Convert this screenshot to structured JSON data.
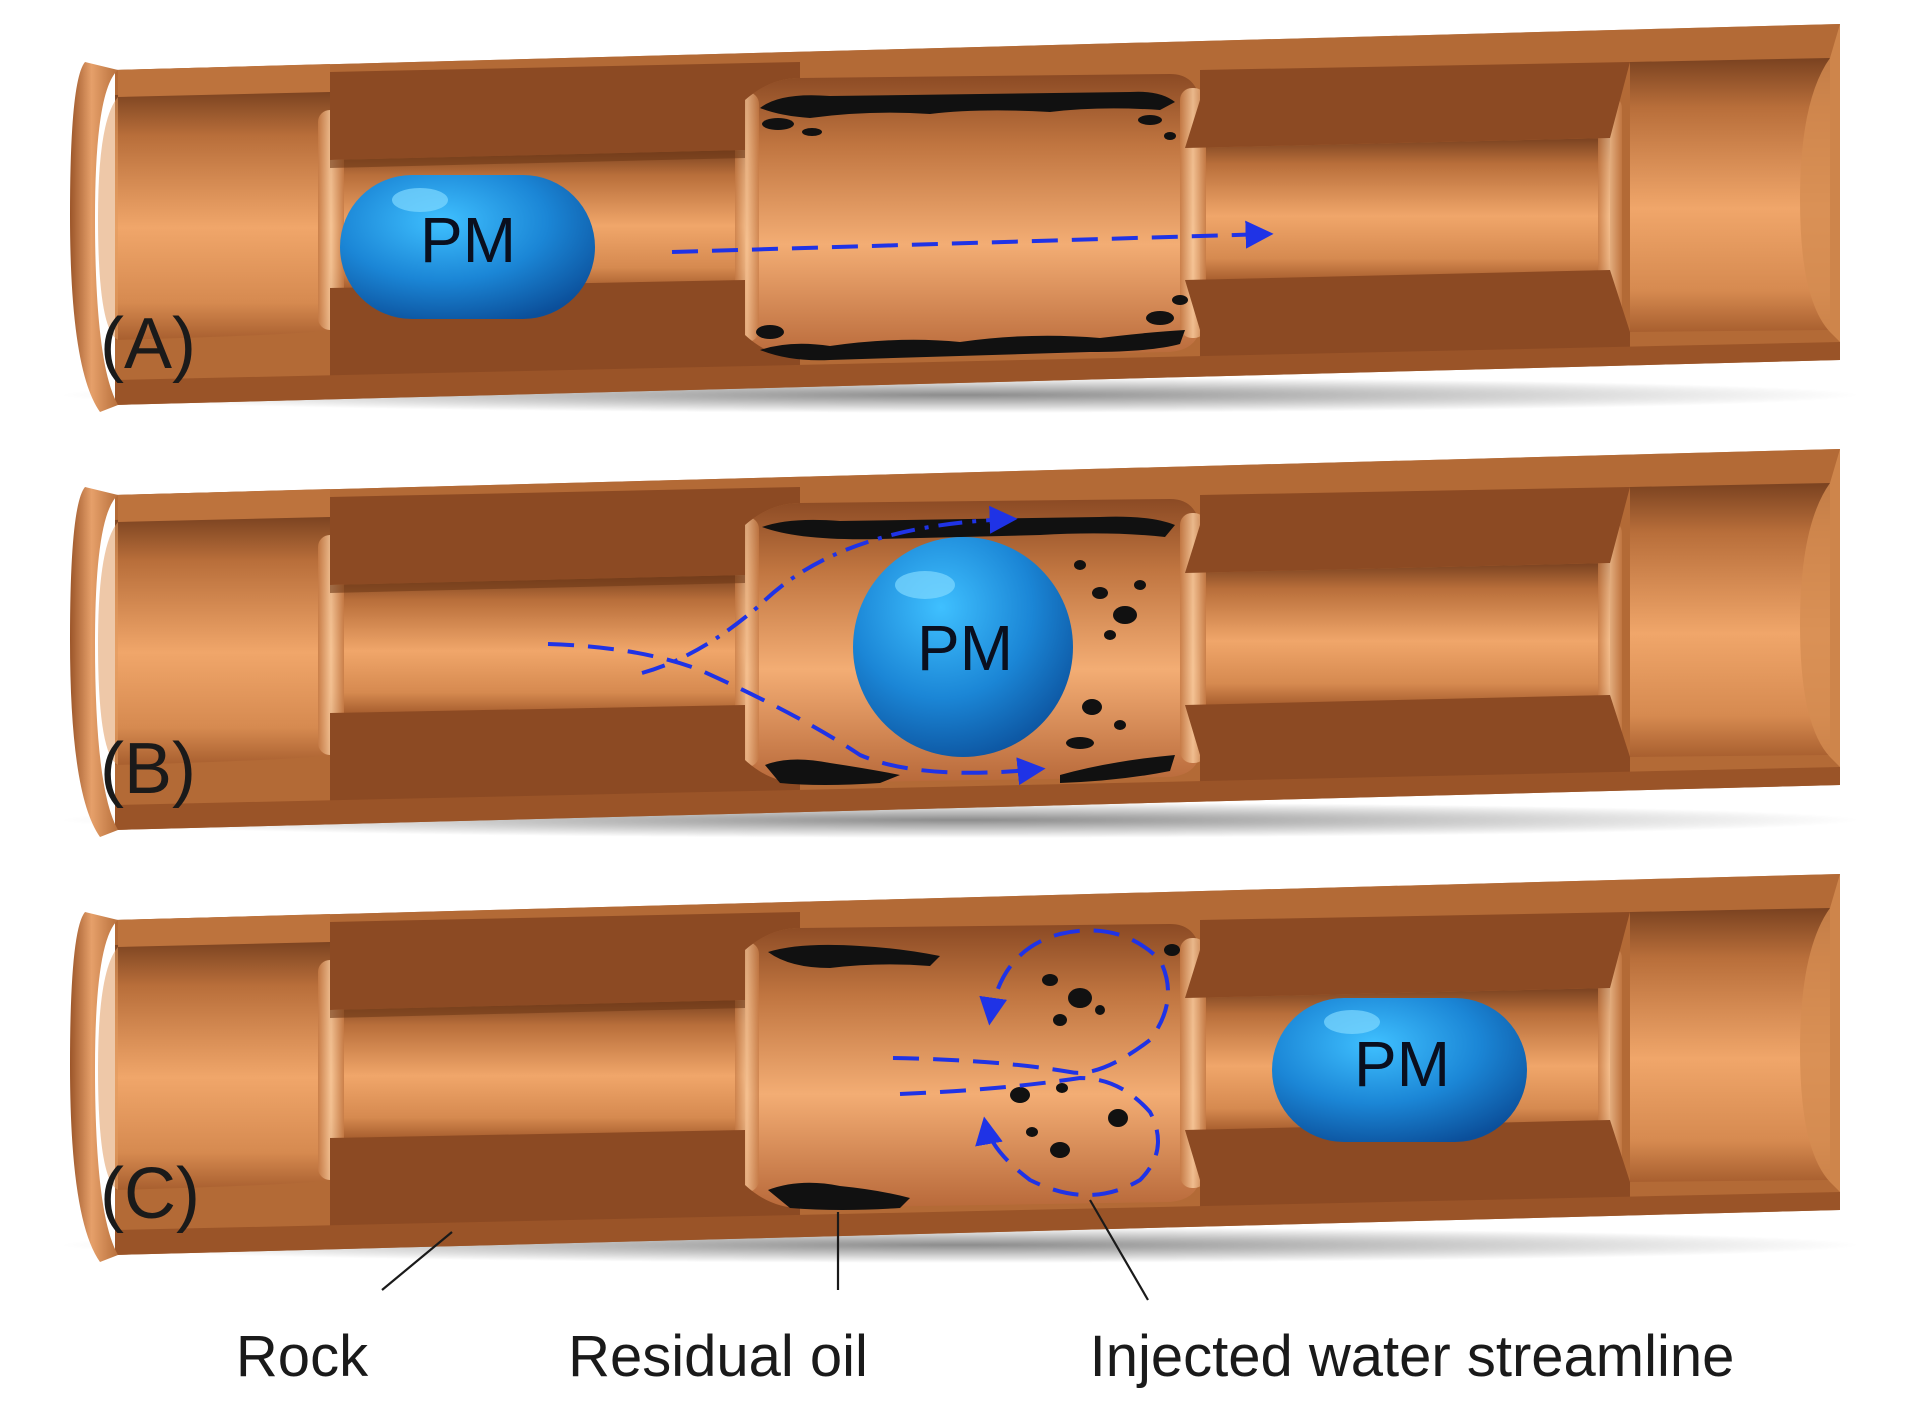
{
  "panels": [
    {
      "label": "(A)",
      "pm_label": "PM",
      "pm_shape": "capsule",
      "pm_location": "left throat"
    },
    {
      "label": "(B)",
      "pm_label": "PM",
      "pm_shape": "sphere",
      "pm_location": "pore body"
    },
    {
      "label": "(C)",
      "pm_label": "PM",
      "pm_shape": "capsule",
      "pm_location": "right throat"
    }
  ],
  "callouts": {
    "rock": "Rock",
    "residual_oil": "Residual oil",
    "streamline": "Injected water streamline"
  },
  "colors": {
    "rock_main": "#c97b45",
    "rock_dark": "#8a4f27",
    "rock_light": "#f2b07a",
    "pm_blue": "#1e88d8",
    "streamline_blue": "#1f33e6",
    "oil_black": "#111111"
  }
}
